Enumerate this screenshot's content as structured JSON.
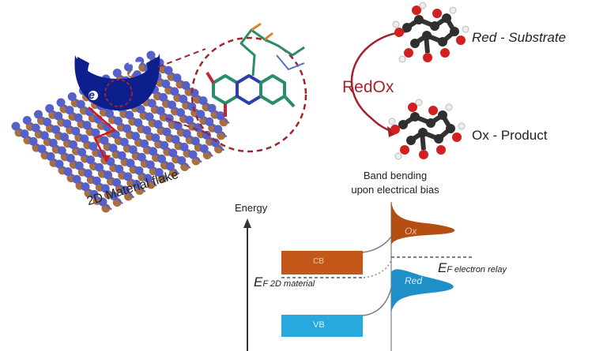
{
  "labels": {
    "substrate": "Red - Substrate",
    "product": "Ox - Product",
    "redox": "RedOx",
    "flake": "2D Material flake",
    "electron": "e",
    "band_bending_1": "Band bending",
    "band_bending_2": "upon electrical bias",
    "energy": "Energy",
    "cb": "CB",
    "vb": "VB",
    "ox": "Ox",
    "red": "Red",
    "ef_main": "E",
    "ef_2d_sub": "F 2D material",
    "ef_relay_sub": "F electron relay"
  },
  "colors": {
    "accent_red": "#a3232b",
    "cb": "#c4571a",
    "vb": "#28a9de",
    "enzyme": "#0d1f8c",
    "atom_blue": "#5560c8",
    "atom_brown": "#a8703e"
  }
}
